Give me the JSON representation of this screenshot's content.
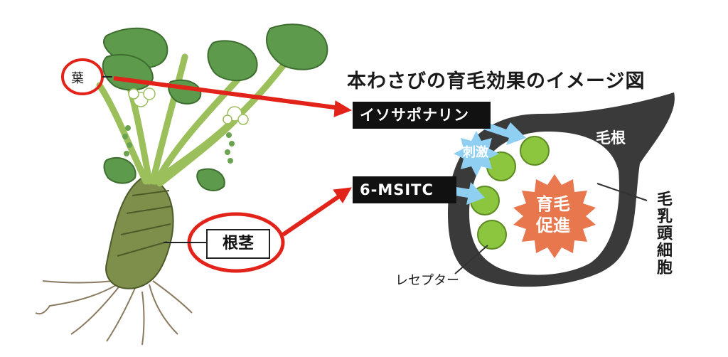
{
  "title": "本わさびの育毛効果のイメージ図",
  "plant": {
    "leaf_label": "葉",
    "rhizome_label": "根茎"
  },
  "compounds": {
    "isosaponarin": "イソサポナリン",
    "msitc": "6-MSITC"
  },
  "follicle": {
    "hair_root_label": "毛根",
    "dermal_papilla_label": "毛乳頭細胞",
    "receptor_label": "レセプター",
    "stimulus_label": "刺激",
    "effect_line1": "育毛",
    "effect_line2": "促進"
  },
  "colors": {
    "arrow_red": "#e2231a",
    "follicle_dark": "#3a3a3a",
    "receptor_green": "#8cc63f",
    "burst_orange": "#e8774e",
    "stimulus_blue": "#8fd0f2"
  }
}
